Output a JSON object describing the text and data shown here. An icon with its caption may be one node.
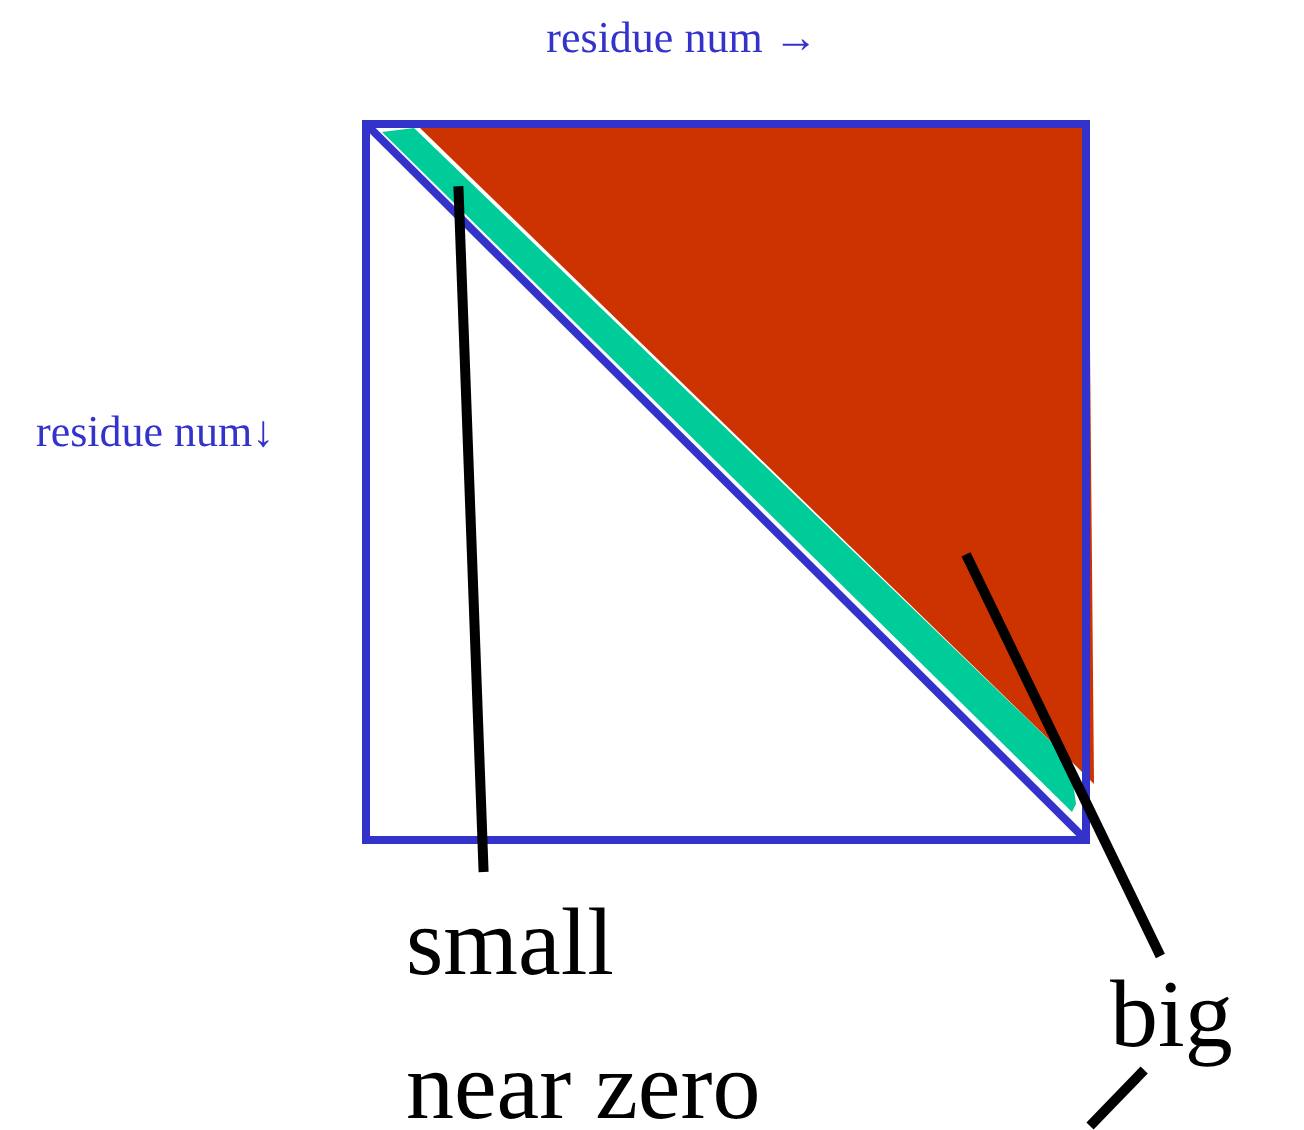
{
  "diagram": {
    "nodes": [
      {
        "text": [],
        "shape": "box"
      },
      {
        "text": [],
        "shape": "triangle",
        "in": 0
      },
      {
        "text": [],
        "shape": "bar",
        "in": 0
      },
      {
        "text": [
          "small near zero"
        ]
      },
      {
        "text": [
          "big"
        ]
      }
    ],
    "edges": [
      {
        "from": 3,
        "to": 2,
        "arrow": "none"
      },
      {
        "from": 4,
        "to": 1,
        "arrow": "none"
      },
      {
        "from": 4,
        "to": null,
        "arrow": "none"
      }
    ],
    "labels": [
      "residue num →",
      "residue num↓"
    ]
  }
}
